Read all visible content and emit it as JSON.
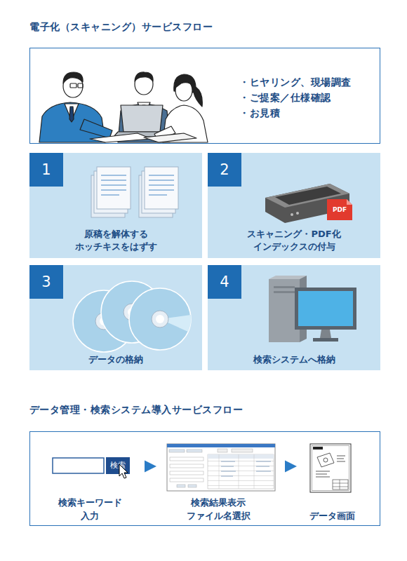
{
  "diagram": {
    "title": "電子化（スキャニング）サービスフロー",
    "nodes": [
      {
        "text": [
          "・ヒヤリング、現場調査",
          "・ご提案／仕様確認",
          "・お見積"
        ]
      },
      {
        "text": [
          "1",
          "原稿を解体する ホッチキスをはずす"
        ]
      },
      {
        "text": [
          "2",
          "スキャニング・PDF化 インデックスの付与"
        ]
      },
      {
        "text": [
          "3",
          "データの格納"
        ]
      },
      {
        "text": [
          "4",
          "検索システムへ格納"
        ]
      },
      {
        "text": [
          "データ管理・検索システム導入サービスフロー"
        ]
      },
      {
        "text": [
          "検索キーワード 入力"
        ],
        "in": 5
      },
      {
        "text": [
          "検索"
        ],
        "in": 6
      },
      {
        "text": [
          "検索結果表示 ファイル名選択"
        ],
        "in": 5
      },
      {
        "text": [
          "データ画面"
        ],
        "in": 5
      }
    ],
    "edges": [
      {
        "from": 6,
        "to": 8,
        "arrow": "to"
      },
      {
        "from": 8,
        "to": 9,
        "arrow": "to"
      }
    ],
    "labels": [
      "PDF"
    ]
  }
}
